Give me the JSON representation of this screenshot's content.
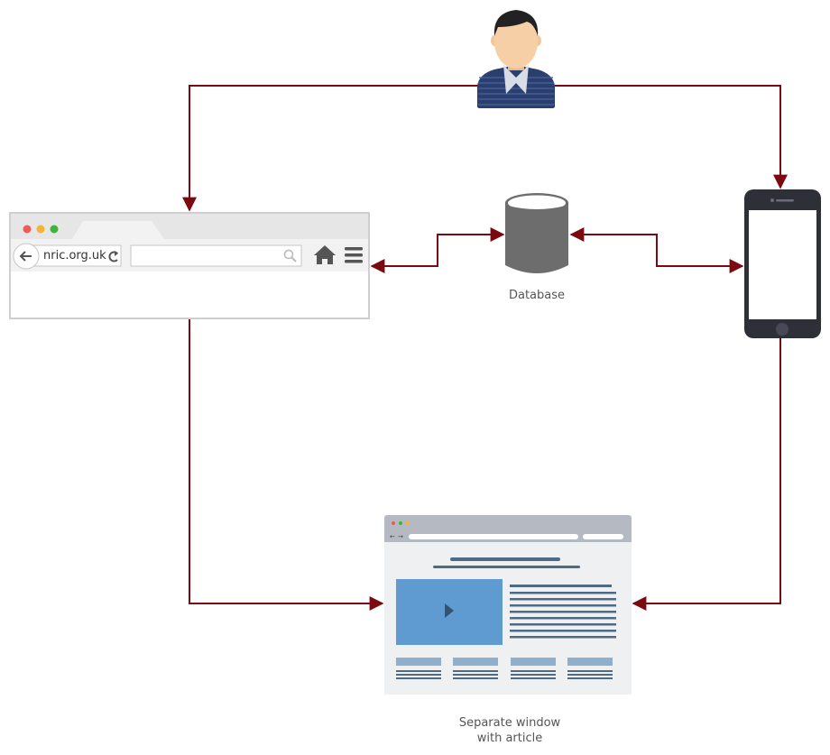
{
  "browser": {
    "url": "nric.org.uk"
  },
  "database": {
    "label": "Database"
  },
  "article_window": {
    "label_line1": "Separate window",
    "label_line2": "with article"
  },
  "colors": {
    "connector": "#7b0a10",
    "browser_chrome": "#e6e6e6",
    "phone_body": "#2e3038",
    "database": "#6d6d6d",
    "article_video": "#5f9bd0",
    "person_shirt": "#2b3f6e"
  },
  "icons": [
    "user-icon",
    "database-icon",
    "smartphone-icon",
    "home-icon",
    "menu-icon",
    "back-arrow-icon",
    "refresh-icon",
    "search-icon",
    "play-icon"
  ]
}
